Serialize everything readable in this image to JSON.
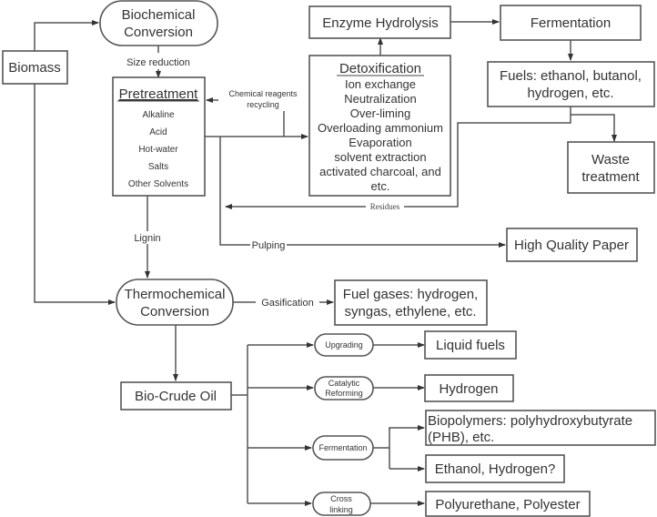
{
  "diagram": {
    "nodes": {
      "biomass": "Biomass",
      "biochemical": [
        "Biochemical",
        "Conversion"
      ],
      "pretreatment": {
        "title": "Pretreatment",
        "items": [
          "Alkaline",
          "Acid",
          "Hot-water",
          "Salts",
          "Other Solvents"
        ]
      },
      "enzyme_hydrolysis": "Enzyme Hydrolysis",
      "fermentation_top": "Fermentation",
      "detoxification": {
        "title": "Detoxification",
        "items": [
          "Ion exchange",
          "Neutralization",
          "Over-liming",
          "Overloading ammonium",
          "Evaporation",
          "solvent extraction",
          "activated charcoal, and",
          "etc."
        ]
      },
      "fuels": [
        "Fuels: ethanol, butanol,",
        "hydrogen, etc."
      ],
      "waste_treatment": [
        "Waste",
        "treatment"
      ],
      "high_quality_paper": "High Quality Paper",
      "thermochemical": [
        "Thermochemical",
        "Conversion"
      ],
      "fuel_gases": [
        "Fuel gases: hydrogen,",
        "syngas, ethylene, etc."
      ],
      "bio_crude_oil": "Bio-Crude Oil",
      "upgrading": "Upgrading",
      "catalytic_reforming": [
        "Catalytic",
        "Reforming"
      ],
      "fermentation_bottom": "Fermentation",
      "cross_linking": [
        "Cross",
        "linking"
      ],
      "liquid_fuels": "Liquid fuels",
      "hydrogen": "Hydrogen",
      "biopolymers": [
        "Biopolymers: polyhydroxybutyrate",
        "(PHB), etc."
      ],
      "ethanol_hydrogen": "Ethanol, Hydrogen?",
      "polyurethane": "Polyurethane, Polyester"
    },
    "edge_labels": {
      "size_reduction": "Size reduction",
      "chemical_reagents": [
        "Chemical reagents",
        "recycling"
      ],
      "residues": "Residues",
      "lignin": "Lignin",
      "pulping": "Pulping",
      "gasification": "Gasification"
    }
  }
}
